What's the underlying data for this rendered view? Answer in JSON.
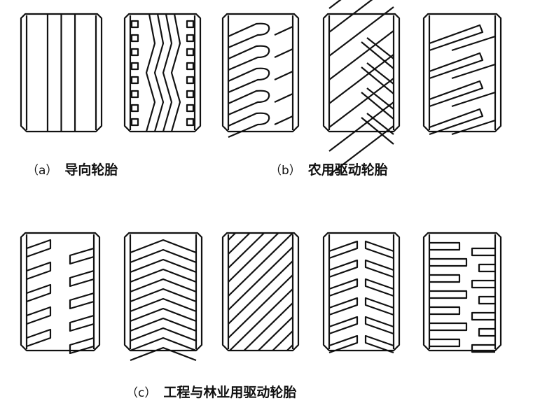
{
  "captions": {
    "a": {
      "label": "（a）",
      "text": "导向轮胎"
    },
    "b": {
      "label": "（b）",
      "text": "农用驱动轮胎"
    },
    "c": {
      "label": "（c）",
      "text": "工程与林业用驱动轮胎"
    }
  },
  "colors": {
    "ink": "#111111",
    "background": "#ffffff"
  }
}
